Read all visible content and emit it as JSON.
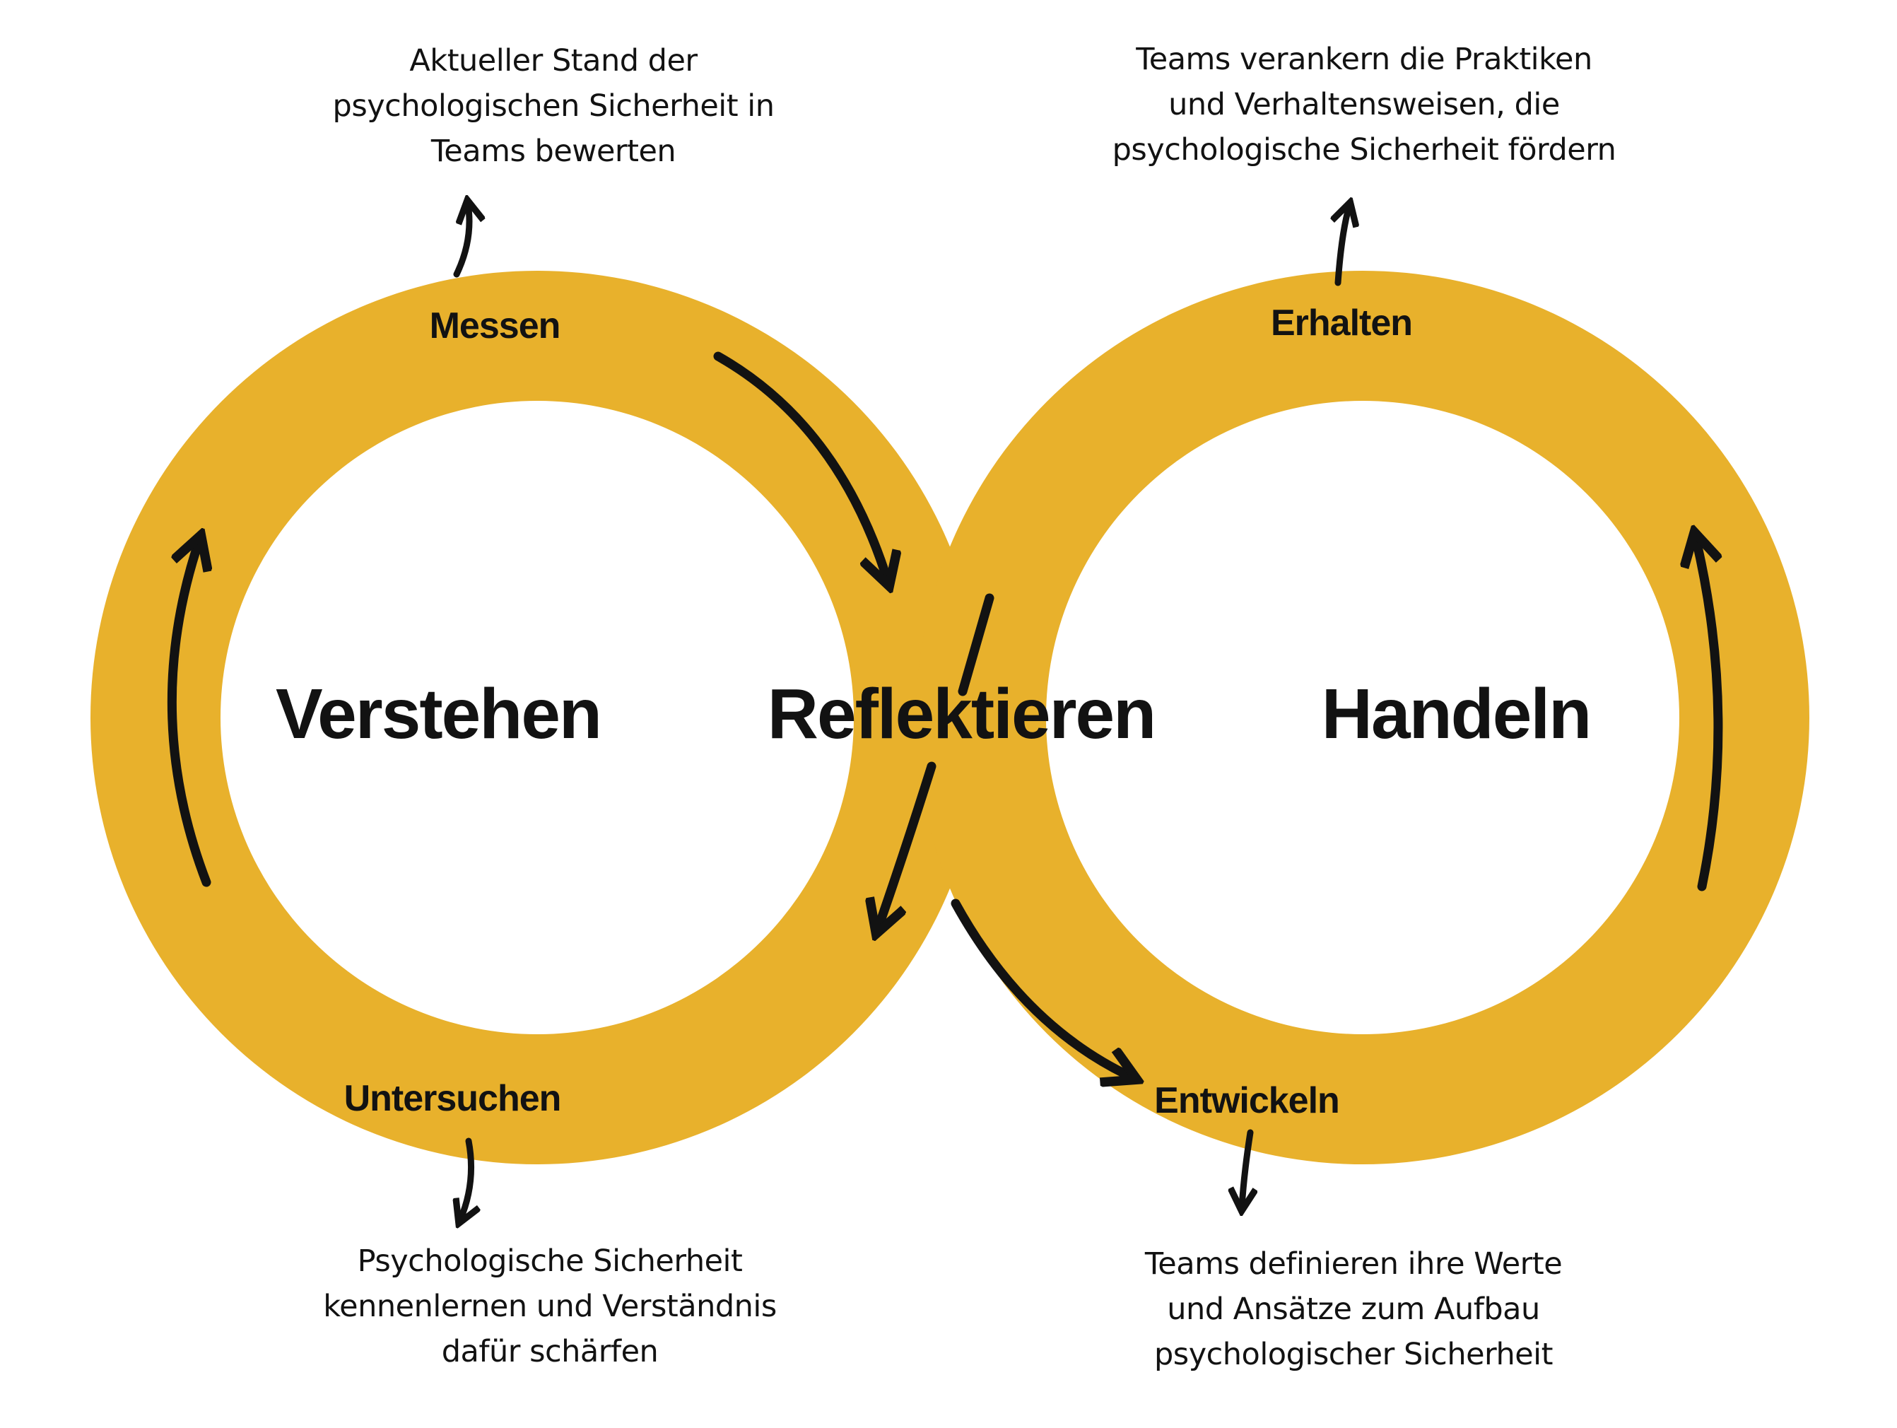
{
  "colors": {
    "loop_yellow": "#E8B12C",
    "ink": "#121212",
    "background": "#FFFFFF"
  },
  "loop": {
    "phase_left": "Verstehen",
    "phase_center": "Reflektieren",
    "phase_right": "Handeln",
    "stages": [
      {
        "id": "messen",
        "label": "Messen",
        "annotation": "Aktueller Stand der\npsychologischen Sicherheit in\nTeams bewerten"
      },
      {
        "id": "erhalten",
        "label": "Erhalten",
        "annotation": "Teams verankern die Praktiken\nund Verhaltensweisen, die\npsychologische Sicherheit fördern"
      },
      {
        "id": "untersuchen",
        "label": "Untersuchen",
        "annotation": "Psychologische Sicherheit\nkennenlernen und Verständnis\ndafür schärfen"
      },
      {
        "id": "entwickeln",
        "label": "Entwickeln",
        "annotation": "Teams definieren ihre Werte\nund Ansätze zum Aufbau\npsychologischer Sicherheit"
      }
    ]
  }
}
